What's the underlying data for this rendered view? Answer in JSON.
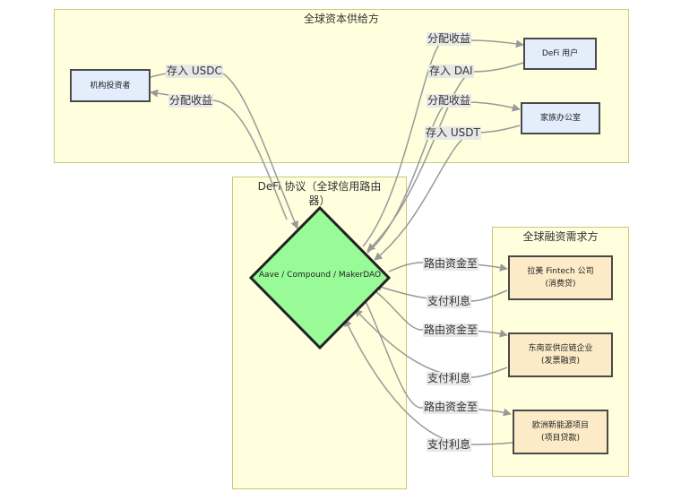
{
  "clusters": {
    "supply": {
      "title": "全球资本供给方"
    },
    "protocol": {
      "title_line1": "DeFi 协议（全球信用路由",
      "title_line2": "器）"
    },
    "demand": {
      "title": "全球融资需求方"
    }
  },
  "nodes": {
    "institutional": "机构投资者",
    "defi_user": "DeFi 用户",
    "family_office": "家族办公室",
    "protocol": "Aave / Compound / MakerDAO",
    "latam_line1": "拉美 Fintech 公司",
    "latam_line2": "(消费贷)",
    "sea_line1": "东南亚供应链企业",
    "sea_line2": "(发票融资)",
    "eu_line1": "欧洲新能源项目",
    "eu_line2": "(项目贷款)"
  },
  "edges": {
    "inst_deposit": "存入 USDC",
    "inst_yield": "分配收益",
    "defi_yield": "分配收益",
    "defi_deposit": "存入 DAI",
    "family_yield": "分配收益",
    "family_deposit": "存入 USDT",
    "latam_route": "路由资金至",
    "latam_interest": "支付利息",
    "sea_route": "路由资金至",
    "sea_interest": "支付利息",
    "eu_route": "路由资金至",
    "eu_interest": "支付利息"
  },
  "colors": {
    "cluster_fill": "#ffffde",
    "cluster_border": "#c8c87a",
    "supplier_fill": "#e3edfc",
    "demand_fill": "#fdebc8",
    "protocol_fill": "#98fb98",
    "edge": "#999999"
  }
}
